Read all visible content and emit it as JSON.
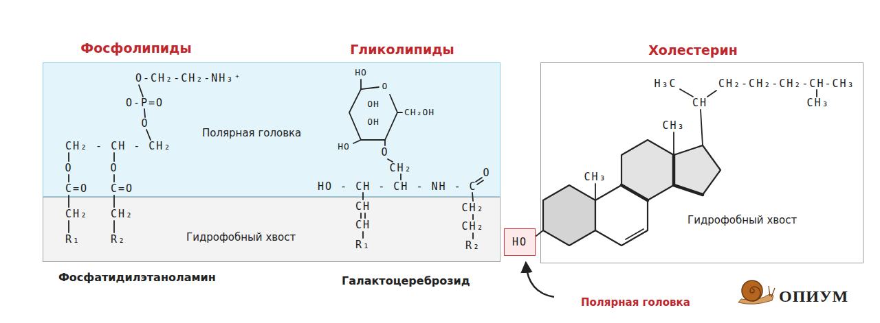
{
  "diagram": {
    "nodes": [
      {
        "text": [
          "Полярная головка"
        ]
      },
      {
        "text": [
          "Гидрофобный хвост"
        ]
      },
      {
        "text": [
          "Холестерин",
          "Гидрофобный хвост"
        ]
      },
      {
        "text": [
          "HO"
        ]
      }
    ],
    "labels": [
      "Фосфолипиды",
      "Гликолипиды",
      "O-CH₂-CH₂-NH₃⁺",
      "O-P=O",
      "O",
      "CH₂ - CH - CH₂",
      "O",
      "O",
      "C=O",
      "C=O",
      "CH₂",
      "CH₂",
      "R₁",
      "R₂",
      "HO",
      "O",
      "OH",
      "OH",
      "CH₂OH",
      "HO",
      "O",
      "CH₂",
      "HO - CH - CH - NH - C",
      "O",
      "CH",
      "CH",
      "R₁",
      "CH₂",
      "CH₂",
      "R₂",
      "H₃C",
      "CH",
      "CH₂-CH₂-CH₂-CH-CH₃",
      "CH₃",
      "CH₃",
      "CH₃",
      "Фосфатидилэтаноламин",
      "Галактоцереброзид",
      "Полярная головка",
      "ОПИУМ"
    ]
  }
}
